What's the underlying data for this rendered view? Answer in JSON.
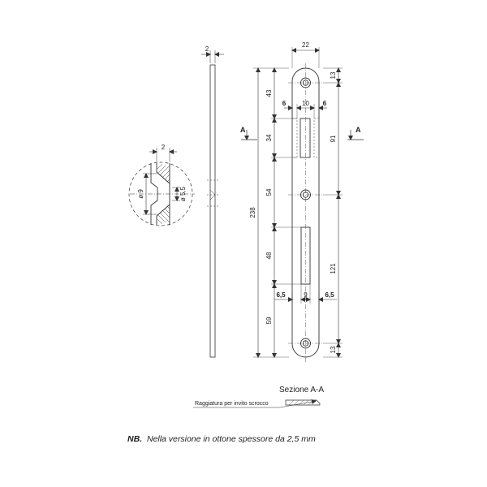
{
  "dimensions": {
    "thickness": "2",
    "detail_thickness": "2",
    "detail_dia_outer": "ø 9",
    "detail_dia_inner": "ø 5,5",
    "total_width": "22",
    "top_hole_offset": "13",
    "bottom_hole_offset": "13",
    "left_side": "6",
    "slot_width": "10",
    "right_side": "6",
    "overall_length": "238",
    "top_to_slot": "43",
    "slot_height": "34",
    "slot_to_center": "54",
    "lower_slot_height": "48",
    "bottom_segment": "59",
    "top_hole_to_center": "91",
    "center_to_bottom_hole": "121",
    "lower_left": "6,5",
    "lower_slot_width": "9",
    "lower_right": "6,5"
  },
  "section_markers": {
    "left": "A",
    "right": "A"
  },
  "section_title": "Sezione A-A",
  "chamfer_label": "Raggiatura per invito scrocco",
  "note": {
    "prefix": "NB.",
    "text": "Nella versione in ottone spessore da 2,5 mm"
  }
}
